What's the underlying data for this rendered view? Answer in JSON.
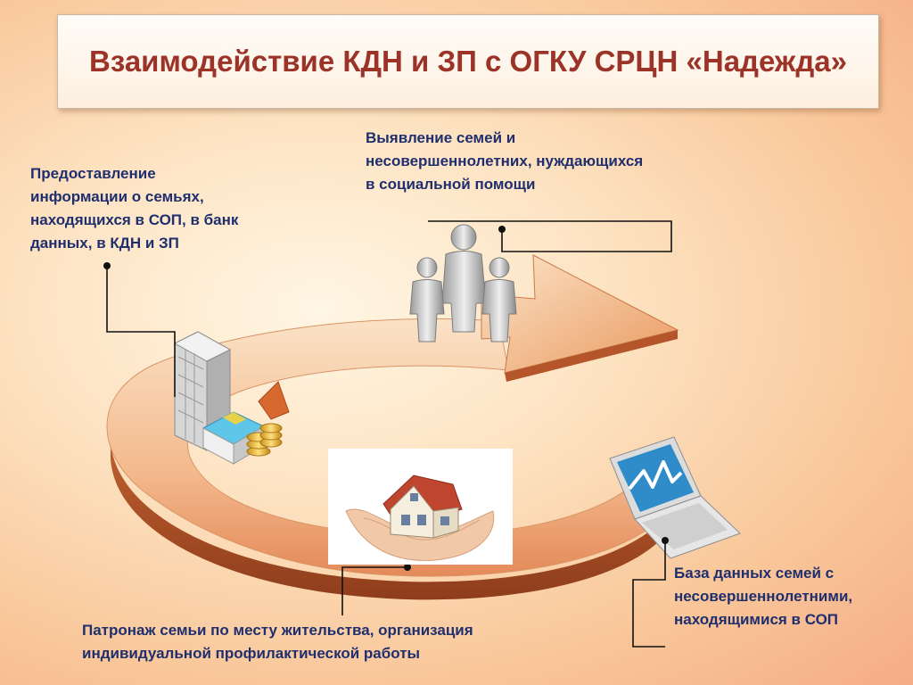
{
  "title": "Взаимодействие КДН и ЗП с ОГКУ СРЦН «Надежда»",
  "labels": {
    "info_provision": "Предоставление информации о семьях, находящихся в СОП, в банк данных, в КДН и ЗП",
    "detection": "Выявление семей и несовершеннолетних, нуждающихся в социальной помощи",
    "database": "База данных семей с несовершеннолетними, находящимися в СОП",
    "patronage": "Патронаж  семьи по месту жительства,  организация индивидуальной профилактической работы"
  },
  "icons": [
    "people-icon",
    "building-bank-icon",
    "house-in-hands-icon",
    "laptop-chart-icon"
  ],
  "colors": {
    "title_text": "#9b3328",
    "label_text": "#1f2f6e",
    "arrow_light": "#f8d3ad",
    "arrow_dark": "#b4552c"
  }
}
